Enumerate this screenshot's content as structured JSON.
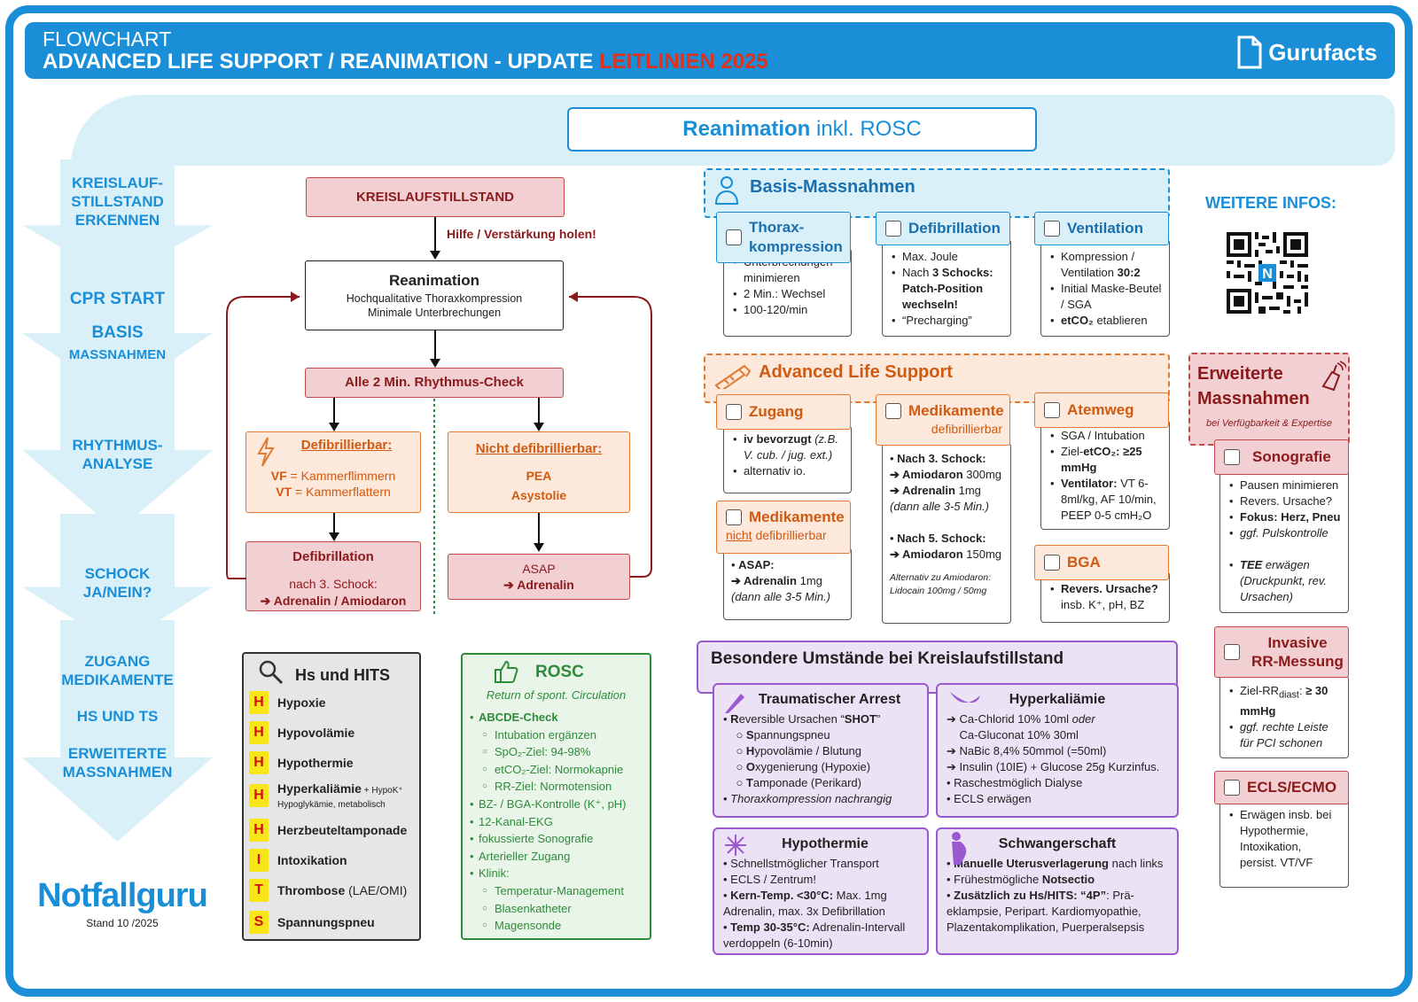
{
  "header": {
    "line1": "FLOWCHART",
    "line2": "ADVANCED LIFE SUPPORT / REANIMATION - UPDATE ",
    "line2_red": "LEITLINIEN 2025",
    "brand": "Gurufacts"
  },
  "rea_title_bold": "Reanimation",
  "rea_title_rest": " inkl. ROSC",
  "steps": [
    "KREISLAUF-\nSTILLSTAND\nERKENNEN",
    "CPR START",
    "BASIS",
    "MASSNAHMEN",
    "RHYTHMUS-\nANALYSE",
    "SCHOCK\nJA/NEIN?",
    "ZUGANG\nMEDIKAMENTE",
    "HS UND TS",
    "ERWEITERTE\nMASSNAHMEN"
  ],
  "flow": {
    "kreislauf": "KREISLAUFSTILLSTAND",
    "hilfe": "Hilfe / Verstärkung holen!",
    "rea_title": "Reanimation",
    "rea_l1": "Hochqualitative Thoraxkompression",
    "rea_l2": "Minimale Unterbrechungen",
    "check": "Alle 2 Min. Rhythmus-Check",
    "defi_title": "Defibrillierbar:",
    "vf": "VF",
    "vf_t": " = Kammerflimmern",
    "vt": "VT",
    "vt_t": " = Kammerflattern",
    "ndefi_title": "Nicht defibrillierbar:",
    "pea": "PEA",
    "asys": "Asystolie",
    "defib_title": "Defibrillation",
    "defib_l1": "nach 3. Schock:",
    "defib_l2": "➔ Adrenalin / Amiodaron",
    "asap_l1": "ASAP",
    "asap_l2": "➔ Adrenalin"
  },
  "hs": {
    "title": "Hs und HITS",
    "rows": [
      {
        "l": "H",
        "t": "Hypoxie"
      },
      {
        "l": "H",
        "t": "Hypovolämie"
      },
      {
        "l": "H",
        "t": "Hypothermie"
      },
      {
        "l": "H",
        "t": "Hyperkaliämie",
        "s": " + HypoK⁺",
        "s2": "Hypoglykämie, metabolisch"
      },
      {
        "l": "H",
        "t": "Herzbeuteltamponade"
      },
      {
        "l": "I",
        "t": "Intoxikation"
      },
      {
        "l": "T",
        "t": "Thrombose",
        "s": " (LAE/OMI)"
      },
      {
        "l": "S",
        "t": "Spannungspneu"
      }
    ]
  },
  "rosc": {
    "title": "ROSC",
    "sub": "Return of spont. Circulation",
    "items": [
      {
        "t": "ABCDE-Check",
        "b": true
      },
      {
        "t": "Intubation ergänzen",
        "sub": true
      },
      {
        "t": "SpO₂-Ziel: 94-98%",
        "sub": true
      },
      {
        "t": "etCO₂-Ziel: Normokapnie",
        "sub": true
      },
      {
        "t": "RR-Ziel: Normotension",
        "sub": true
      },
      {
        "t": "BZ- / BGA-Kontrolle (K⁺, pH)"
      },
      {
        "t": "12-Kanal-EKG"
      },
      {
        "t": "fokussierte Sonografie"
      },
      {
        "t": "Arterieller Zugang"
      },
      {
        "t": "Klinik:"
      },
      {
        "t": "Temperatur-Management",
        "sub": true
      },
      {
        "t": "Blasenkatheter",
        "sub": true
      },
      {
        "t": "Magensonde",
        "sub": true
      }
    ]
  },
  "logo": {
    "name": "Notfallguru",
    "stand": "Stand 10 /2025"
  },
  "basis": {
    "title": "Basis-Massnahmen",
    "thorax": {
      "title": "Thorax-\nkompression",
      "items": [
        "Unterbrechungen minimieren",
        "2 Min.: Wechsel",
        "100-120/min"
      ]
    },
    "defi": {
      "title": "Defibrillation",
      "items": [
        "Max. Joule",
        "Nach <b>3 Schocks: Patch-Position wechseln!</b>",
        "“Precharging”"
      ]
    },
    "vent": {
      "title": "Ventilation",
      "items": [
        "Kompression / Ventilation <b>30:2</b>",
        "Initial Maske-Beutel / SGA",
        "<b>etCO₂</b> etablieren"
      ]
    }
  },
  "als": {
    "title": "Advanced Life Support",
    "zugang": {
      "title": "Zugang",
      "items": [
        "<b>iv bevorzugt</b> <i>(z.B. V. cub. / jug. ext.)</i>",
        "alternativ io."
      ]
    },
    "medi_defi": {
      "title": "Medikamente",
      "sub": "defibrillierbar",
      "lines": [
        "• <b>Nach 3. Schock:</b>",
        "<b>➔ Amiodaron</b> 300mg",
        "<b>➔ Adrenalin</b> 1mg",
        "<i>(dann alle 3-5 Min.)</i>",
        "",
        "• <b>Nach 5. Schock:</b>",
        "<b>➔ Amiodaron</b> 150mg"
      ],
      "alt1": "Alternativ zu Amiodaron:",
      "alt2": "Lidocain 100mg / 50mg"
    },
    "medi_ndefi": {
      "title": "Medikamente",
      "sub_u": "nicht",
      "sub": " defibrillierbar",
      "lines": [
        "• <b>ASAP:</b>",
        "<b>➔ Adrenalin</b> 1mg",
        "<i>(dann alle 3-5 Min.)</i>"
      ]
    },
    "atemweg": {
      "title": "Atemweg",
      "items": [
        "SGA / Intubation",
        "Ziel-<b>etCO₂: ≥25 mmHg</b>",
        "<b>Ventilator:</b> VT 6-8ml/kg, AF 10/min, PEEP 0-5 cmH₂O"
      ]
    },
    "bga": {
      "title": "BGA",
      "items": [
        "<b>Revers. Ursache?</b> insb. K⁺, pH, BZ"
      ]
    }
  },
  "weitere": "WEITERE INFOS:",
  "erweitert": {
    "title": "Erweiterte\nMassnahmen",
    "sub": "bei Verfügbarkeit & Expertise",
    "sono": {
      "title": "Sonografie",
      "items": [
        "Pausen minimieren",
        "Revers. Ursache?",
        "<b>Fokus: Herz, Pneu</b>",
        "<i>ggf. Pulskontrolle</i>",
        "",
        "<b><i>TEE</i></b> <i>erwägen (Druckpunkt, rev. Ursachen)</i>"
      ]
    },
    "invasiv": {
      "title": "Invasive\nRR-Messung",
      "items": [
        "Ziel-RR<sub>diast</sub>: <b>≥ 30 mmHg</b>",
        "<i>ggf. rechte Leiste für PCI schonen</i>"
      ]
    },
    "ecls": {
      "title": "ECLS/ECMO",
      "items": [
        "Erwägen insb. bei Hypothermie, Intoxikation, persist. VT/VF"
      ]
    }
  },
  "besondere": {
    "title": "Besondere Umstände bei Kreislaufstillstand",
    "trauma": {
      "title": "Traumatischer Arrest",
      "lines": [
        "• <b>R</b>eversible Ursachen “<b>SHOT</b>”",
        "&nbsp;&nbsp;&nbsp;&nbsp;○ <b>S</b>pannungspneu",
        "&nbsp;&nbsp;&nbsp;&nbsp;○ <b>H</b>ypovolämie / Blutung",
        "&nbsp;&nbsp;&nbsp;&nbsp;○ <b>O</b>xygenierung (Hypoxie)",
        "&nbsp;&nbsp;&nbsp;&nbsp;○ <b>T</b>amponade (Perikard)",
        "• <i>Thoraxkompression nachrangig</i>"
      ]
    },
    "hyperk": {
      "title": "Hyperkaliämie",
      "lines": [
        "➔ Ca-Chlorid 10% 10ml <i>oder</i>",
        "&nbsp;&nbsp;&nbsp;&nbsp;Ca-Gluconat 10% 30ml",
        "➔ NaBic 8,4% 50mmol (=50ml)",
        "➔ Insulin (10IE) + Glucose 25g Kurzinfus.",
        "• Raschestmöglich Dialyse",
        "• ECLS erwägen"
      ]
    },
    "hypo": {
      "title": "Hypothermie",
      "lines": [
        "• Schnellstmöglicher Transport",
        "• ECLS / Zentrum!",
        "• <b>Kern-Temp. &lt;30°C:</b> Max. 1mg Adrenalin, max. 3x Defibrillation",
        "• <b>Temp 30-35°C:</b> Adrenalin-Intervall verdoppeln (6-10min)"
      ]
    },
    "schw": {
      "title": "Schwangerschaft",
      "lines": [
        "• <b>Manuelle Uterusverlagerung</b> nach links",
        "• Frühestmögliche <b>Notsectio</b>",
        "• <b>Zusätzlich zu Hs/HITS: “4P”</b>: Prä-eklampsie, Peripart. Kardiomyopathie, Plazentakomplikation, Puerperalsepsis"
      ]
    }
  },
  "colors": {
    "blue": "#1a8fd8",
    "red": "#8b1a1a",
    "orange": "#e07a30",
    "green": "#2e8b3a",
    "violet": "#9b59d0"
  }
}
